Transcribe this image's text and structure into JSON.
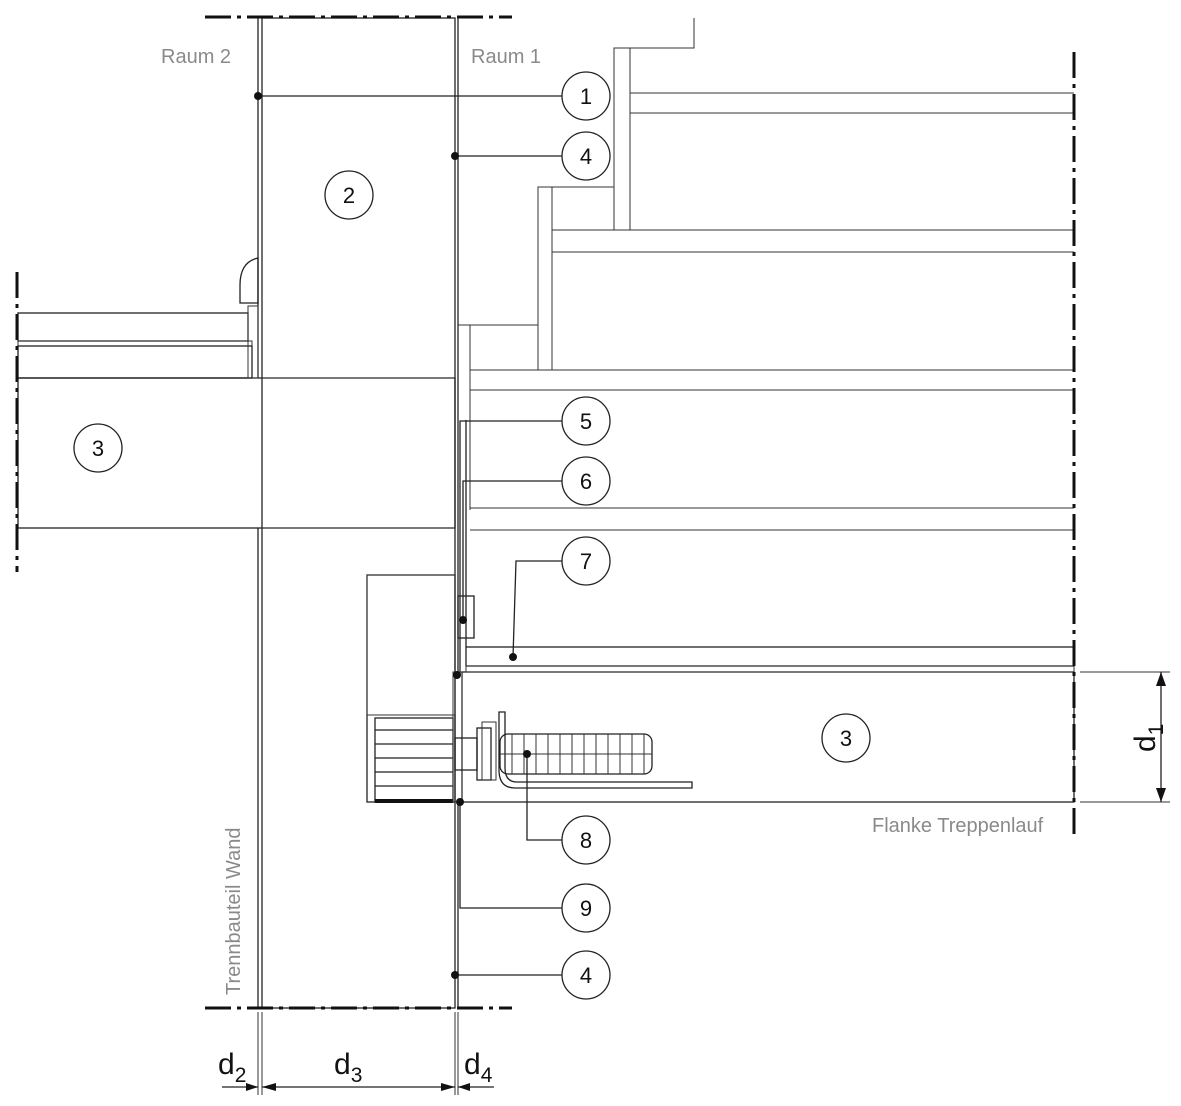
{
  "labels": {
    "room2": "Raum 2",
    "room1": "Raum 1",
    "wall_vertical": "Trennbauteil Wand",
    "stair_flank": "Flanke Treppenlauf"
  },
  "callouts": [
    {
      "id": "c1",
      "text": "1"
    },
    {
      "id": "c4a",
      "text": "4"
    },
    {
      "id": "c2",
      "text": "2"
    },
    {
      "id": "c3a",
      "text": "3"
    },
    {
      "id": "c5",
      "text": "5"
    },
    {
      "id": "c6",
      "text": "6"
    },
    {
      "id": "c7",
      "text": "7"
    },
    {
      "id": "c3b",
      "text": "3"
    },
    {
      "id": "c8",
      "text": "8"
    },
    {
      "id": "c9",
      "text": "9"
    },
    {
      "id": "c4b",
      "text": "4"
    }
  ],
  "dimensions": {
    "d1": {
      "main": "d",
      "sub": "1"
    },
    "d2": {
      "main": "d",
      "sub": "2"
    },
    "d3": {
      "main": "d",
      "sub": "3"
    },
    "d4": {
      "main": "d",
      "sub": "4"
    }
  },
  "colors": {
    "concrete_fill": "#d7e8d3",
    "hatch": "#2a2a2a",
    "line": "#222222"
  }
}
